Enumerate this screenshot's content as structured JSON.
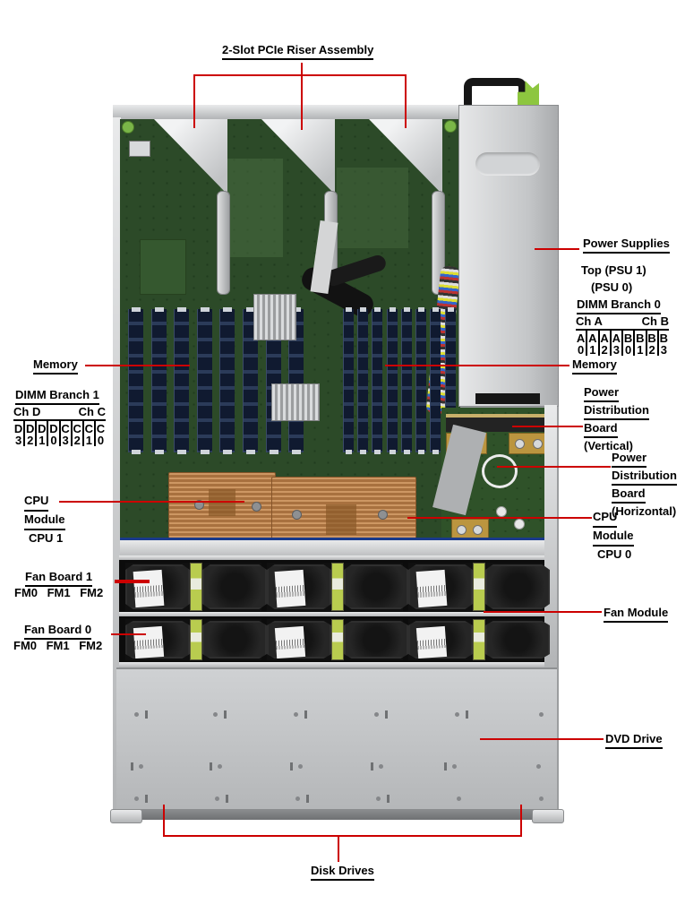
{
  "colors": {
    "callout_red": "#cc0000",
    "pcb_green": "#2c4a28",
    "chassis_silver": "#c6c8ca",
    "copper": "#b97f4d",
    "fan_strip_green": "#bccf54",
    "psu_latch_green": "#8dc63f"
  },
  "labels": {
    "riser": "2-Slot PCIe Riser Assembly",
    "power_supplies": "Power Supplies",
    "psu_top": "Top (PSU 1)",
    "psu_bottom": "(PSU 0)",
    "memory_left": "Memory",
    "memory_right": "Memory",
    "fan_module": "Fan Module",
    "dvd_drive": "DVD Drive",
    "disk_drives": "Disk Drives"
  },
  "dimm_branch0": {
    "title": "DIMM Branch 0",
    "ch_left": "Ch A",
    "ch_right": "Ch B",
    "cells": [
      {
        "ch": "A",
        "n": "0"
      },
      {
        "ch": "A",
        "n": "1"
      },
      {
        "ch": "A",
        "n": "2"
      },
      {
        "ch": "A",
        "n": "3"
      },
      {
        "ch": "B",
        "n": "0"
      },
      {
        "ch": "B",
        "n": "1"
      },
      {
        "ch": "B",
        "n": "2"
      },
      {
        "ch": "B",
        "n": "3"
      }
    ]
  },
  "dimm_branch1": {
    "title": "DIMM Branch 1",
    "ch_left": "Ch D",
    "ch_right": "Ch C",
    "cells": [
      {
        "ch": "D",
        "n": "3"
      },
      {
        "ch": "D",
        "n": "2"
      },
      {
        "ch": "D",
        "n": "1"
      },
      {
        "ch": "D",
        "n": "0"
      },
      {
        "ch": "C",
        "n": "3"
      },
      {
        "ch": "C",
        "n": "2"
      },
      {
        "ch": "C",
        "n": "1"
      },
      {
        "ch": "C",
        "n": "0"
      }
    ]
  },
  "pdb_vertical": {
    "line1": "Power",
    "line2": "Distribution",
    "line3": "Board",
    "line4": "(Vertical)"
  },
  "pdb_horizontal": {
    "line1": "Power",
    "line2": "Distribution",
    "line3": "Board",
    "line4": "(Horizontal)"
  },
  "cpu1": {
    "line1": "CPU",
    "line2": "Module",
    "caption": "CPU 1"
  },
  "cpu0": {
    "line1": "CPU",
    "line2": "Module",
    "caption": "CPU 0"
  },
  "fan_board1": {
    "title": "Fan Board 1",
    "modules": "FM0  FM1  FM2"
  },
  "fan_board0": {
    "title": "Fan Board 0",
    "modules": "FM0  FM1  FM2"
  }
}
